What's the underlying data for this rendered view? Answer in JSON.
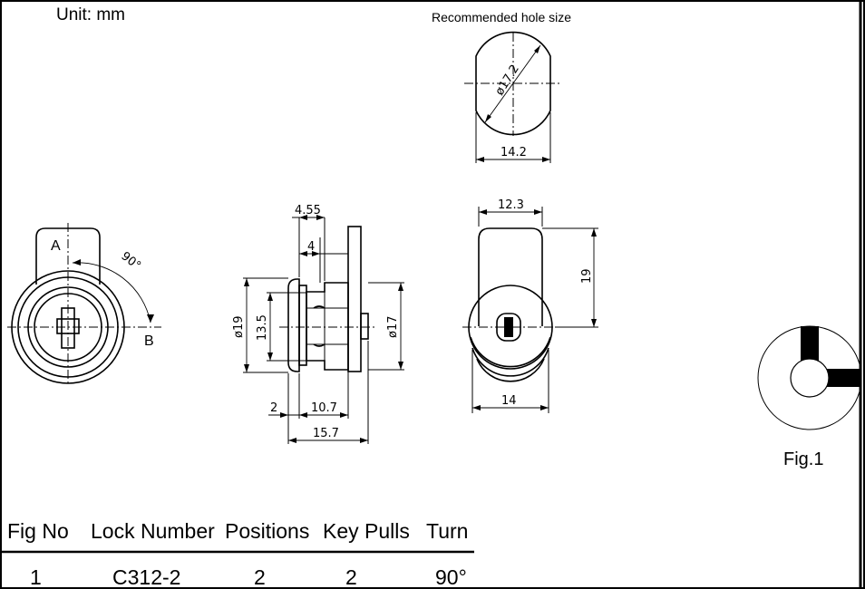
{
  "header": {
    "unit": "Unit:  mm",
    "hole_title": "Recommended hole size"
  },
  "dimensions": {
    "hole_diameter": "ø17.2",
    "hole_flat_width": "14.2",
    "dim_4_55": "4.55",
    "dim_4": "4",
    "dim_d19": "ø19",
    "dim_13_5": "13.5",
    "dim_d17": "ø17",
    "dim_2": "2",
    "dim_10_7": "10.7",
    "dim_15_7": "15.7",
    "dim_12_3": "12.3",
    "dim_19": "19",
    "dim_14": "14"
  },
  "front_view": {
    "label_a": "A",
    "label_b": "B",
    "angle": "90°"
  },
  "figure_label": "Fig.1",
  "spec_table": {
    "headers": [
      "Fig No",
      "Lock Number",
      "Positions",
      "Key Pulls",
      "Turn"
    ],
    "rows": [
      [
        "1",
        "C312-2",
        "2",
        "2",
        "90°"
      ]
    ]
  }
}
